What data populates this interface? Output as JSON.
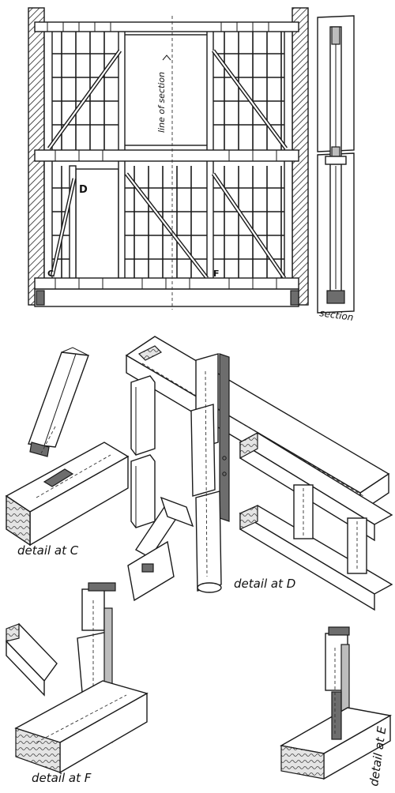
{
  "elevation": {
    "labels": {
      "line_of_section": "line of section",
      "point_d": "D",
      "point_c": "C",
      "point_f": "F"
    }
  },
  "section": {
    "label": "section"
  },
  "details": {
    "c": {
      "label": "detail at C"
    },
    "d": {
      "label": "detail at D"
    },
    "f": {
      "label": "detail at F"
    },
    "e": {
      "label": "detail at E"
    }
  }
}
